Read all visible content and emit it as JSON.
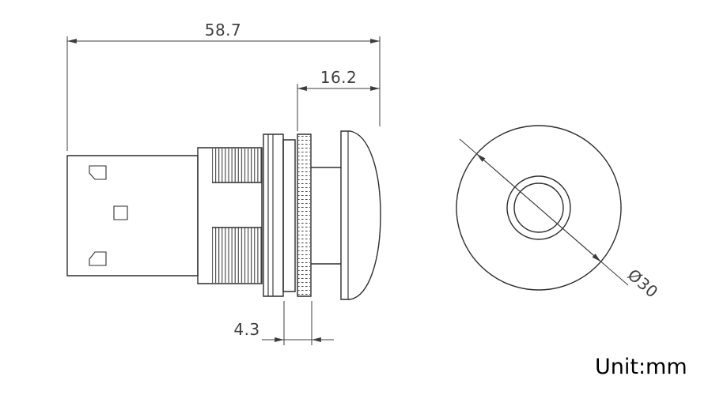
{
  "drawing": {
    "unit_label": "Unit:mm",
    "dimensions": {
      "overall_length": "58.7",
      "head_length": "16.2",
      "flange_thickness": "4.3",
      "face_diameter": "Ø30"
    },
    "colors": {
      "part_line": "#2e2e2e",
      "dimension_line": "#3c3c3c",
      "dimension_text": "#404040",
      "background": "#ffffff"
    }
  }
}
